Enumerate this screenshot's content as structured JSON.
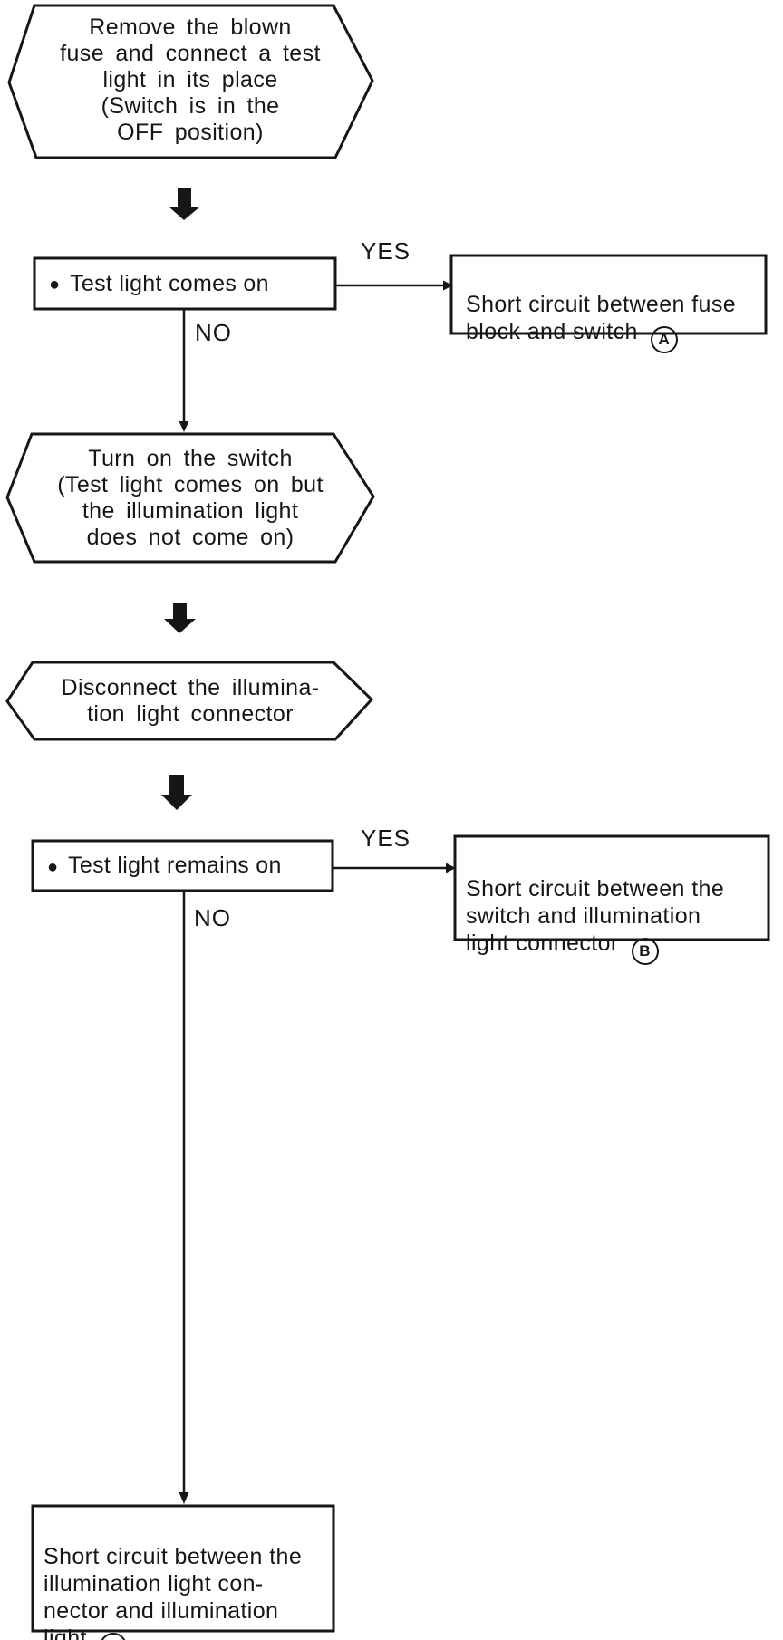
{
  "colors": {
    "ink": "#161616",
    "background": "#ffffff"
  },
  "nodes": {
    "step_remove_fuse": {
      "text": "Remove the blown\nfuse and connect a test\nlight in its place\n(Switch is in the\nOFF position)"
    },
    "check_test_light_comes_on": {
      "bullet": "●",
      "label": "Test light comes on"
    },
    "result_a": {
      "text": "Short circuit between fuse\nblock and switch",
      "badge_letter": "A"
    },
    "step_turn_on_switch": {
      "text": "Turn on the switch\n(Test light comes on but\nthe illumination light\ndoes not come on)"
    },
    "step_disconnect_connector": {
      "text": "Disconnect the illumina-\ntion light connector"
    },
    "check_test_light_remains_on": {
      "bullet": "●",
      "label": "Test light remains on"
    },
    "result_b": {
      "text": "Short circuit between the\nswitch and illumination\nlight connector",
      "badge_letter": "B"
    },
    "result_c": {
      "text": "Short circuit between the\nillumination light con-\nnector and illumination\nlight",
      "badge_letter": "C"
    }
  },
  "edges": {
    "check1_yes": "YES",
    "check1_no": "NO",
    "check2_yes": "YES",
    "check2_no": "NO"
  }
}
